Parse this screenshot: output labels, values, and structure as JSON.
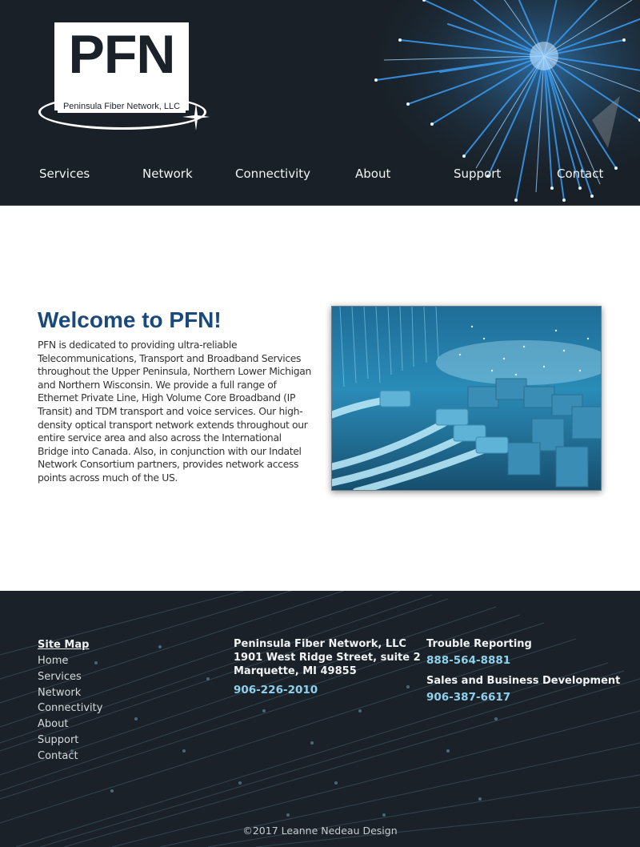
{
  "header": {
    "logo": {
      "letters": "PFN",
      "tagline": "Peninsula Fiber Network, LLC"
    },
    "nav": [
      {
        "label": "Services"
      },
      {
        "label": "Network"
      },
      {
        "label": "Connectivity"
      },
      {
        "label": "About"
      },
      {
        "label": "Support"
      },
      {
        "label": "Contact"
      }
    ]
  },
  "main": {
    "title": "Welcome to PFN!",
    "body": "PFN is dedicated to providing ultra-reliable Telecommunications, Transport and Broadband Services throughout the Upper Peninsula, Northern Lower Michigan and Northern Wisconsin. We provide a full range of Ethernet Private Line, High Volume Core Broadband (IP Transit) and TDM transport and voice services. Our high-density optical transport network extends throughout our entire service area and also across the International Bridge into Canada. Also, in conjunction with our Indatel Network Consortium partners, provides network access points across much of the US."
  },
  "footer": {
    "sitemap": {
      "title": "Site Map",
      "links": [
        "Home",
        "Services",
        "Network",
        "Connectivity",
        "About",
        "Support",
        "Contact"
      ]
    },
    "address": {
      "company": "Peninsula Fiber Network, LLC",
      "street": "1901 West Ridge Street, suite 2",
      "city": "Marquette, MI 49855",
      "phone": "906-226-2010"
    },
    "contacts": [
      {
        "label": "Trouble Reporting",
        "phone": "888-564-8881"
      },
      {
        "label": "Sales and Business Development",
        "phone": "906-387-6617"
      }
    ],
    "copyright": "©2017 Leanne Nedeau Design"
  },
  "colors": {
    "header_bg": "#192027",
    "title_blue": "#1a4a7c",
    "phone_blue": "#8fd0ec",
    "footer_bg": "#1a2128"
  }
}
